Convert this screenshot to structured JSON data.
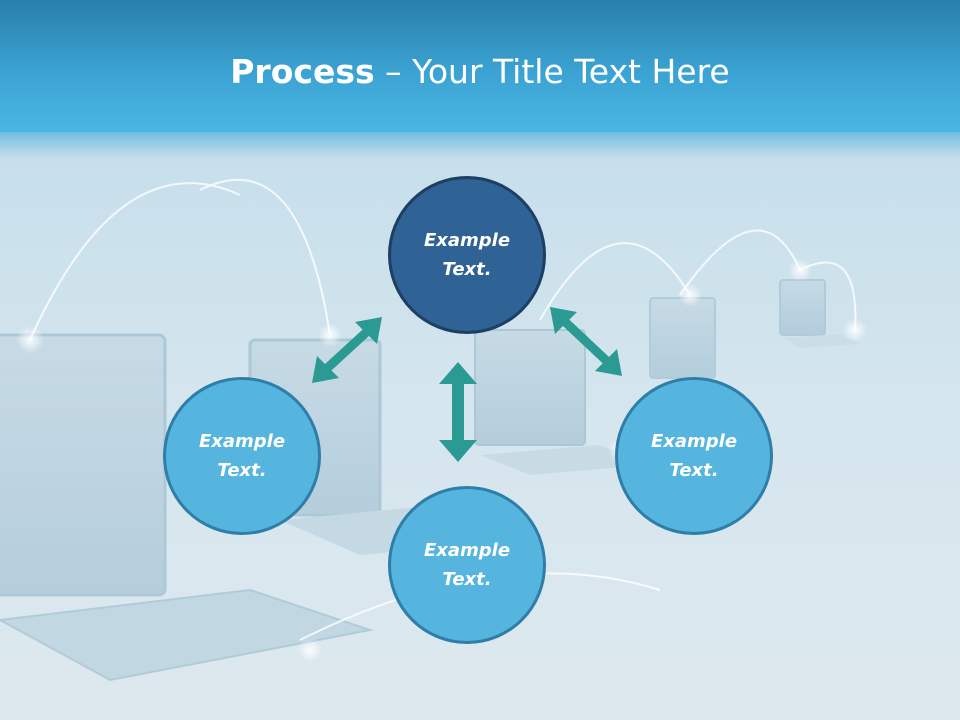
{
  "title": {
    "bold": "Process",
    "rest": " – Your Title Text Here"
  },
  "nodes": {
    "top": "Example\nText.",
    "left": "Example\nText.",
    "right": "Example\nText.",
    "bottom": "Example\nText."
  },
  "colors": {
    "title_bar": "#3ba3d3",
    "node_dark": "#2f6295",
    "node_light": "#56b5de",
    "arrow": "#2a9a92"
  }
}
